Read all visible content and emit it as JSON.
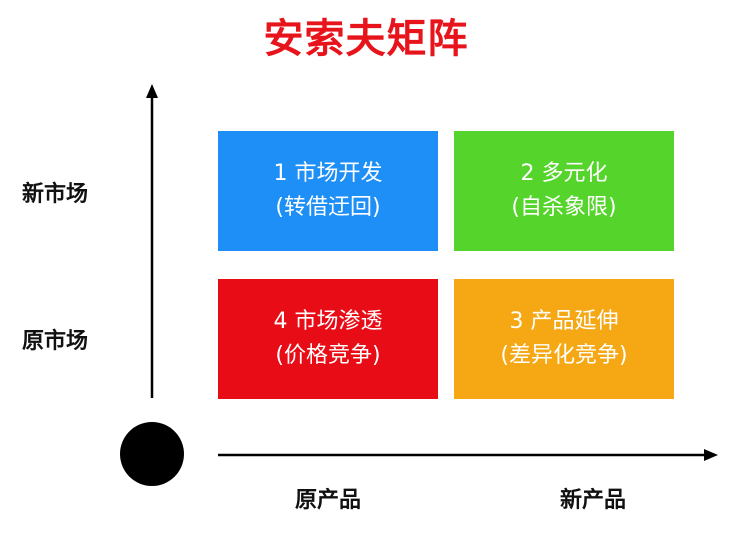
{
  "title": "安索夫矩阵",
  "colors": {
    "title": "#e8141c",
    "axis": "#000000",
    "q1": "#1e8ff7",
    "q2": "#55d42b",
    "q3": "#f5a814",
    "q4": "#e80c16"
  },
  "rows": {
    "top": "新市场",
    "bottom": "原市场"
  },
  "columns": {
    "left": "原产品",
    "right": "新产品"
  },
  "quadrants": {
    "q1": {
      "line1": "1 市场开发",
      "line2": "(转借迂回)"
    },
    "q2": {
      "line1": "2 多元化",
      "line2": "(自杀象限)"
    },
    "q3": {
      "line1": "3 产品延伸",
      "line2": "(差异化竞争)"
    },
    "q4": {
      "line1": "4 市场渗透",
      "line2": "(价格竞争)"
    }
  }
}
